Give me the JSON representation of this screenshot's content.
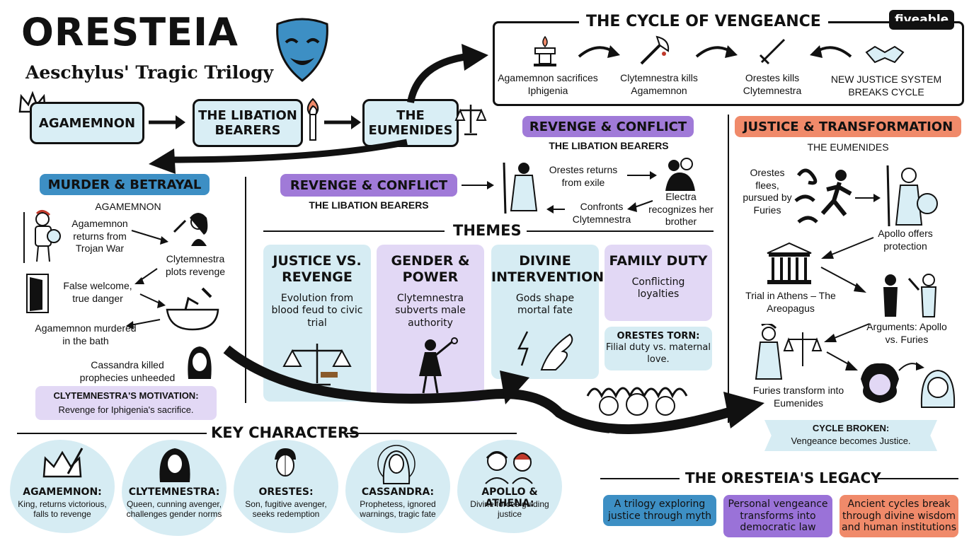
{
  "header": {
    "title": "ORESTEIA",
    "subtitle": "Aeschylus' Tragic Trilogy",
    "brand": "fiveable"
  },
  "plays": [
    "AGAMEMNON",
    "THE LIBATION BEARERS",
    "THE EUMENIDES"
  ],
  "cycle": {
    "title": "THE CYCLE OF VENGEANCE",
    "steps": [
      "Agamemnon sacrifices Iphigenia",
      "Clytemnestra kills Agamemnon",
      "Orestes kills Clytemnestra",
      "NEW JUSTICE SYSTEM BREAKS CYCLE"
    ]
  },
  "murder": {
    "tag": "MURDER & BETRAYAL",
    "play": "AGAMEMNON",
    "events": [
      "Agamemnon returns from Trojan War",
      "Clytemnestra plots revenge",
      "False welcome, true danger",
      "Agamemnon murdered in the bath",
      "Cassandra killed prophecies unheeded"
    ],
    "motivation_title": "CLYTEMNESTRA'S MOTIVATION:",
    "motivation_text": "Revenge for Iphigenia's sacrifice."
  },
  "revenge_top": {
    "tag": "REVENGE & CONFLICT",
    "play": "THE LIBATION BEARERS",
    "events": [
      "Orestes returns from exile",
      "Electra recognizes her brother",
      "Confronts Clytemnestra"
    ]
  },
  "revenge_mid": {
    "tag": "REVENGE & CONFLICT",
    "play": "THE LIBATION BEARERS"
  },
  "themes": {
    "title": "THEMES",
    "items": [
      {
        "title": "JUSTICE VS. REVENGE",
        "text": "Evolution from blood feud to civic trial",
        "color": "#d6ecf3"
      },
      {
        "title": "GENDER & POWER",
        "text": "Clytemnestra subverts male authority",
        "color": "#e2d8f5"
      },
      {
        "title": "DIVINE INTERVENTION",
        "text": "Gods shape mortal fate",
        "color": "#d6ecf3"
      },
      {
        "title": "FAMILY DUTY",
        "text": "Conflicting loyalties",
        "color": "#e2d8f5"
      }
    ],
    "orestes_title": "ORESTES TORN:",
    "orestes_text": "Filial duty vs. maternal love.",
    "furies_label": "FURIES"
  },
  "justice": {
    "tag": "JUSTICE & TRANSFORMATION",
    "play": "THE EUMENIDES",
    "events": [
      "Orestes flees, pursued by Furies",
      "Apollo offers protection",
      "Trial in Athens – The Areopagus",
      "Arguments: Apollo vs. Furies",
      "Furies transform into Eumenides"
    ],
    "broken_title": "CYCLE BROKEN:",
    "broken_text": "Vengeance becomes Justice."
  },
  "characters": {
    "title": "KEY CHARACTERS",
    "items": [
      {
        "name": "AGAMEMNON:",
        "desc": "King, returns victorious, falls to revenge"
      },
      {
        "name": "CLYTEMNESTRA:",
        "desc": "Queen, cunning avenger, challenges gender norms"
      },
      {
        "name": "ORESTES:",
        "desc": "Son, fugitive avenger, seeks redemption"
      },
      {
        "name": "CASSANDRA:",
        "desc": "Prophetess, ignored warnings, tragic fate"
      },
      {
        "name": "APOLLO & ATHENA:",
        "desc": "Divine forces guiding justice"
      }
    ]
  },
  "legacy": {
    "title": "THE ORESTEIA'S LEGACY",
    "items": [
      {
        "text": "A trilogy exploring justice through myth",
        "color": "#3d8fc4"
      },
      {
        "text": "Personal vengeance transforms into democratic law",
        "color": "#9a72d8"
      },
      {
        "text": "Ancient cycles break through divine wisdom and human institutions",
        "color": "#f08a6a"
      }
    ]
  },
  "colors": {
    "light_blue": "#d9eef5",
    "blue_tag": "#3d8fc4",
    "purple_tag": "#a07ad8",
    "orange_tag": "#f08a6a",
    "light_purple": "#e2d8f5"
  }
}
